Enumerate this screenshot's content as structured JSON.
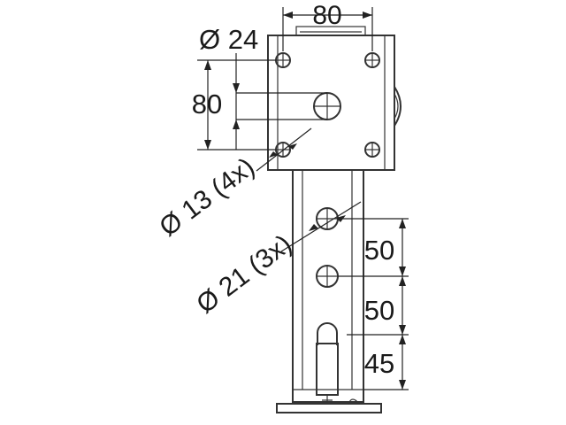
{
  "dimensions": {
    "top_width": "80",
    "hole_top": "Ø 24",
    "height_left": "80",
    "hole_small": "Ø 13 (4x)",
    "hole_large": "Ø 21 (3x)",
    "spacing_1": "50",
    "spacing_2": "50",
    "spacing_3": "45"
  },
  "colors": {
    "line": "#333333",
    "text": "#1a1a1a",
    "background": "#ffffff"
  }
}
